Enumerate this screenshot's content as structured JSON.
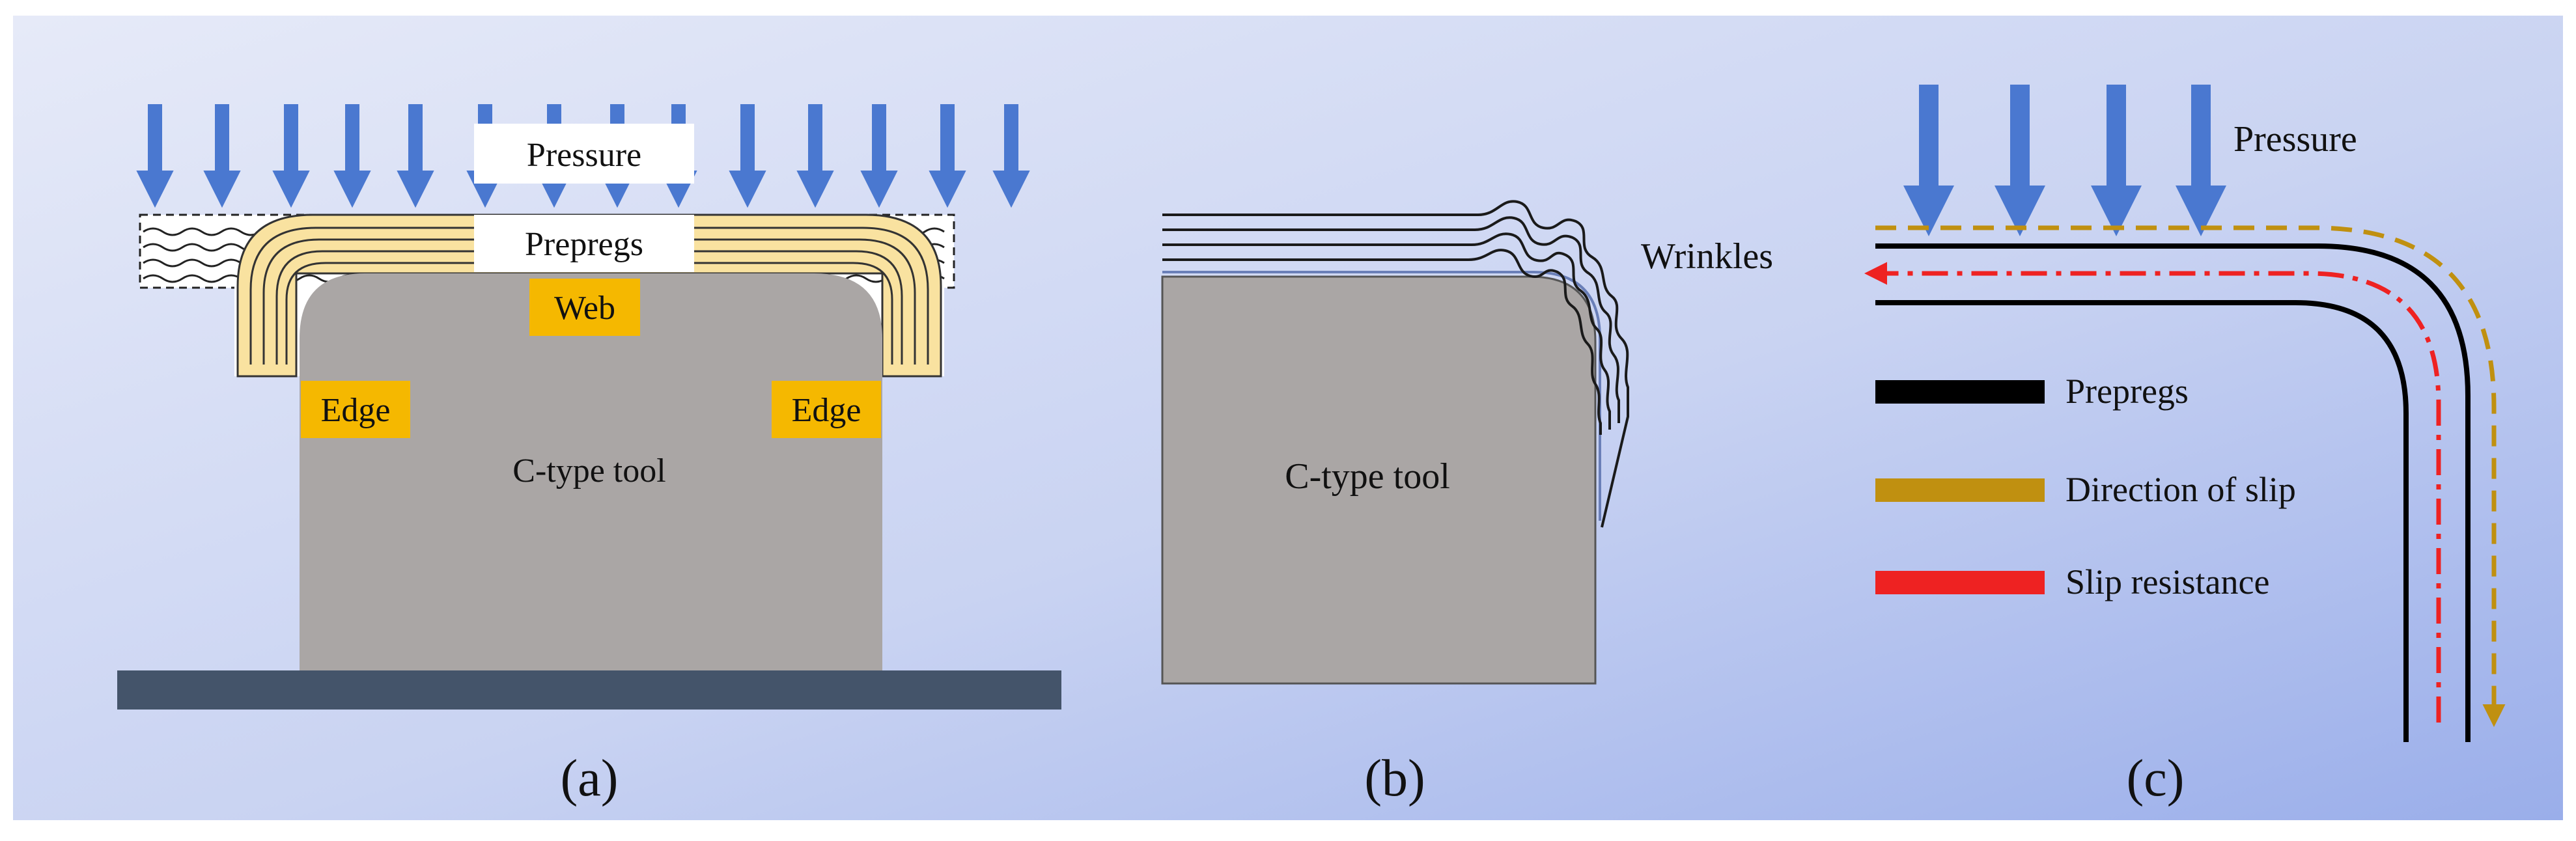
{
  "panel_a": {
    "pressure_label": "Pressure",
    "prepregs_label": "Prepregs",
    "web_label": "Web",
    "edge_left_label": "Edge",
    "edge_right_label": "Edge",
    "tool_label": "C-type tool",
    "caption": "(a)"
  },
  "panel_b": {
    "wrinkles_label": "Wrinkles",
    "tool_label": "C-type tool",
    "caption": "(b)"
  },
  "panel_c": {
    "pressure_label": "Pressure",
    "legend": [
      {
        "label": "Prepregs",
        "color": "#000000"
      },
      {
        "label": "Direction of slip",
        "color": "#c09010"
      },
      {
        "label": "Slip resistance",
        "color": "#ee2222"
      }
    ],
    "caption": "(c)"
  },
  "colors": {
    "arrow_blue": "#4a78d0",
    "tool_gray": "#aaa6a5",
    "prepreg_yellow": "#f9e2a0",
    "label_orange": "#f5b800",
    "base_plate": "#44546a",
    "background_start": "#e4e9f7",
    "background_end": "#9eb0e8"
  }
}
